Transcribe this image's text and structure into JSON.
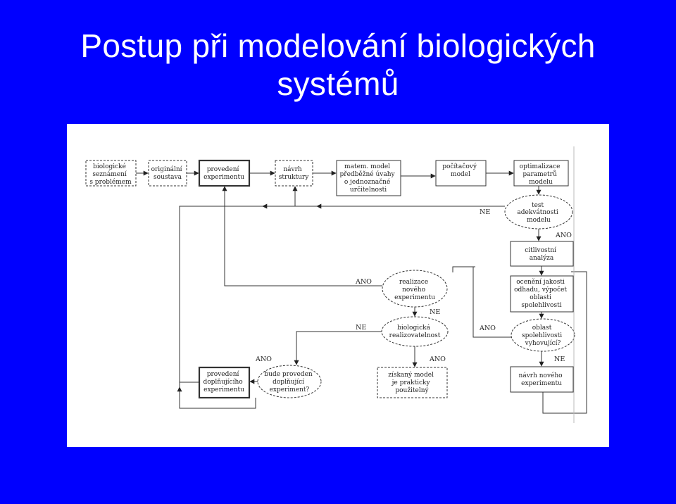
{
  "title": {
    "line1": "Postup při modelování biologických",
    "line2": "systémů"
  },
  "colors": {
    "background": "#0000FF",
    "title": "#FFFFFF",
    "panel": "#FFFFFF",
    "stroke": "#333333"
  },
  "nodes": {
    "bio_problems": [
      "biologické",
      "seznámení",
      "s problémem"
    ],
    "original_system": [
      "originální",
      "soustava"
    ],
    "run_experiment": [
      "provedení",
      "experimentu"
    ],
    "structure_design": [
      "návrh",
      "struktury"
    ],
    "math_model": [
      "matem. model",
      "předběžné úvahy",
      "o jednoznačné",
      "určitelnosti"
    ],
    "computer_model": [
      "počítačový",
      "model"
    ],
    "optimization": [
      "optimalizace",
      "parametrů",
      "modelu"
    ],
    "adequacy_test": [
      "test",
      "adekvátnosti",
      "modelu"
    ],
    "sensitivity": [
      "citlivostní",
      "analýza"
    ],
    "quality_estimate": [
      "ocenění jakosti",
      "odhadu, výpočet",
      "oblasti",
      "spolehlivosti"
    ],
    "new_experiment_realization": [
      "realizace",
      "nového",
      "experimentu"
    ],
    "bio_realizability": [
      "biologická",
      "realizovatelnost"
    ],
    "reliability_ok": [
      "oblast",
      "spolehlivosti",
      "vyhovující?"
    ],
    "supplementary_exp": [
      "provedení",
      "doplňujícího",
      "experimentu"
    ],
    "will_run_supplementary": [
      "bude proveden",
      "doplňující",
      "experiment?"
    ],
    "usable_model": [
      "získaný model",
      "je prakticky",
      "použitelný"
    ],
    "new_experiment_design": [
      "návrh nového",
      "experimentu"
    ]
  },
  "labels": {
    "ne_test": "NE",
    "ano_test": "ANO",
    "ano_realization": "ANO",
    "ne_realization": "NE",
    "ne_bio": "NE",
    "ano_reliability": "ANO",
    "ano_supp": "ANO",
    "ano_bio": "ANO",
    "ne_reliability": "NE"
  }
}
